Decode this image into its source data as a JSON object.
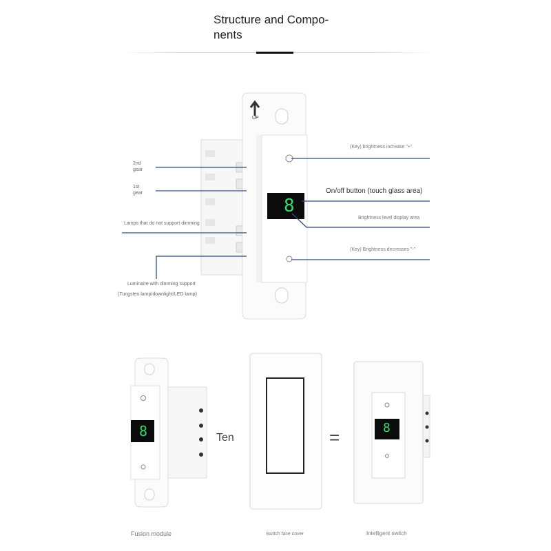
{
  "header": {
    "title": "Structure and Compo-\nnents"
  },
  "top_switch": {
    "up_label": "UP",
    "digit": "8"
  },
  "left_labels": {
    "gear2": "2nd\ngear",
    "gear1": "1st\ngear",
    "non_dimming": "Lamps that do not support dimming",
    "dimming_1": "Luminaire with dimming support",
    "dimming_2": "(Tungsten lamp/downlight/LED lamp)"
  },
  "right_labels": {
    "increase": "(Key) brightness increase \"+\"",
    "onoff": "On/off button (touch glass area)",
    "display": "Brightness level display area",
    "decrease": "(Key) Brightness decreases \"-\""
  },
  "bottom": {
    "operator_plus": "Ten",
    "operator_equals": "=",
    "module_digit": "8",
    "smart_digit": "8",
    "captions": {
      "module": "Fusion module",
      "cover": "Switch face cover",
      "smart": "Intelligent switch"
    }
  },
  "colors": {
    "callout_line": "#2f4a7a",
    "display_bg": "#0b0b0b",
    "digit": "#2fdc6b"
  }
}
